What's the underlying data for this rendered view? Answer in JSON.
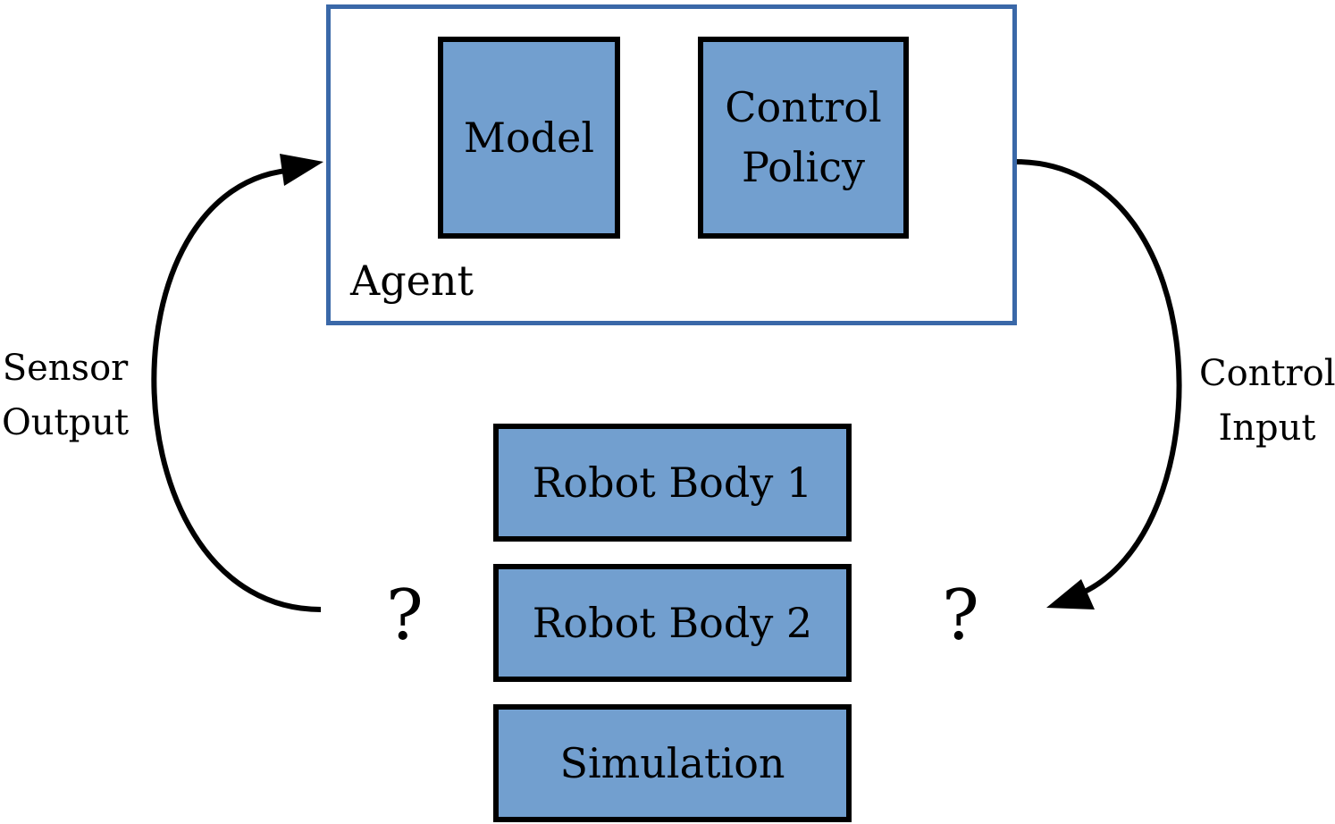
{
  "agent": {
    "label": "Agent",
    "border_color": "#3a68a8",
    "components": {
      "model": "Model",
      "control_policy": "Control\nPolicy"
    }
  },
  "bodies": {
    "robot_body_1": "Robot Body 1",
    "robot_body_2": "Robot Body 2",
    "simulation": "Simulation"
  },
  "edges": {
    "sensor_output": "Sensor\nOutput",
    "control_input": "Control\nInput",
    "left_unknown": "?",
    "right_unknown": "?"
  },
  "colors": {
    "block_fill": "#729fcf",
    "block_border": "#000000",
    "arrow": "#000000"
  }
}
